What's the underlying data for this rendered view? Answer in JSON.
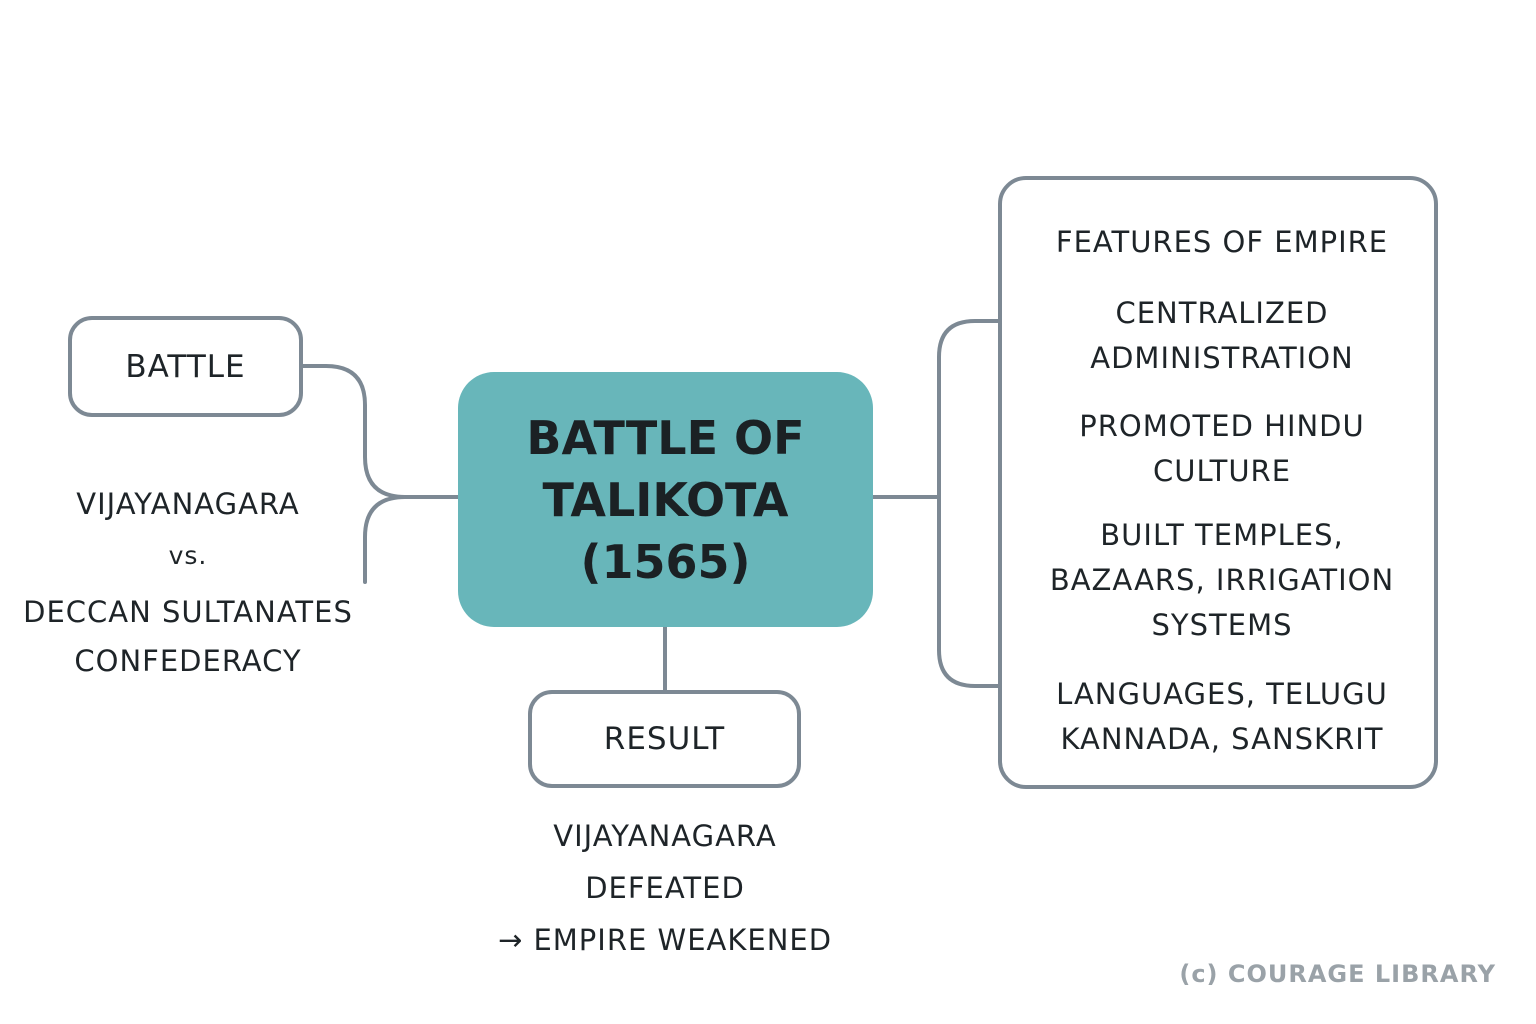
{
  "central": {
    "line1": "BATTLE OF",
    "line2": "TALIKOTA",
    "line3": "(1565)"
  },
  "battle": {
    "label": "BATTLE",
    "side1": "VIJAYANAGARA",
    "versus": "vs.",
    "side2_line1": "DECCAN SULTANATES",
    "side2_line2": "CONFEDERACY"
  },
  "result": {
    "label": "RESULT",
    "line1": "VIJAYANAGARA",
    "line2": "DEFEATED",
    "line3": "→ EMPIRE WEAKENED"
  },
  "features": {
    "heading": "FEATURES OF EMPIRE",
    "items": [
      {
        "line1": "CENTRALIZED",
        "line2": "ADMINISTRATION"
      },
      {
        "line1": "PROMOTED HINDU",
        "line2": "CULTURE"
      },
      {
        "line1": "BUILT TEMPLES,",
        "line2": "BAZAARS, IRRIGATION",
        "line3": "SYSTEMS"
      },
      {
        "line1": "LANGUAGES, TELUGU",
        "line2": "KANNADA, SANSKRIT"
      }
    ]
  },
  "watermark": "(c) COURAGE LIBRARY",
  "colors": {
    "central_fill": "#68b6ba",
    "border": "#7d8994",
    "text": "#1e2428"
  }
}
